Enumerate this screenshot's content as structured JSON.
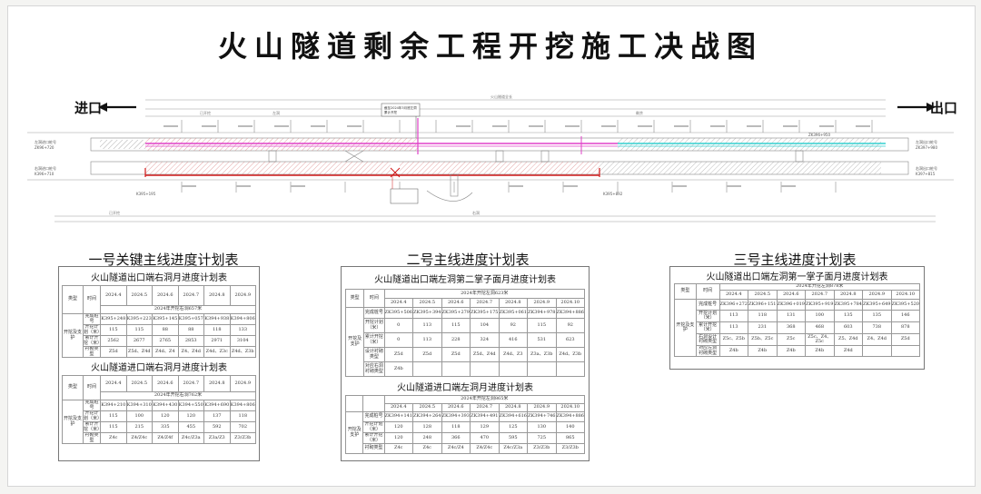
{
  "title": "火山隧道剩余工程开挖施工决战图",
  "diagram": {
    "entrance_label": "进口",
    "exit_label": "出口",
    "left_stations": [
      "左洞进口桩号",
      "ZK96+720",
      "右洞进口桩号",
      "K396+710"
    ],
    "right_stations": [
      "左洞出口桩号",
      "ZK397+980",
      "右洞出口桩号",
      "K397+815"
    ],
    "mid_stations": [
      "K395+195",
      "K395+892",
      "ZK396+950"
    ],
    "span_labels": [
      "火山隧道全长",
      "左洞",
      "已开挖",
      "剩余",
      "已开挖",
      "右洞"
    ],
    "notes": [
      "截至2024年3月底左洞",
      "累计开挖"
    ]
  },
  "colors": {
    "magenta": "#e040c8",
    "cyan": "#34d0d0",
    "red": "#d01818",
    "hatch": "#d88080"
  },
  "table1": {
    "heading": "一号关键主线进度计划表",
    "a": {
      "title": "火山隧道出口端右洞月进度计划表",
      "type_h": "类型",
      "time_h": "时间",
      "plan": "2024年开挖右洞657米",
      "months": [
        "2024.4",
        "2024.5",
        "2024.6",
        "2024.7",
        "2024.8",
        "2024.9"
      ],
      "category": "开挖及支护",
      "rows": [
        {
          "label": "完成桩号",
          "values": [
            "K395+248",
            "K395+223",
            "K395+145",
            "K395+057",
            "K394+938",
            "K394+806"
          ]
        },
        {
          "label": "开挖计划（米）",
          "values": [
            "115",
            "115",
            "88",
            "88",
            "118",
            "133"
          ]
        },
        {
          "label": "累计开挖（米）",
          "values": [
            "2562",
            "2677",
            "2765",
            "2853",
            "2971",
            "3104"
          ]
        },
        {
          "label": "衬砌类型",
          "values": [
            "Z5d",
            "Z5d、Z4d",
            "Z4d、Z4",
            "Z4、Z4d",
            "Z4d、Z3c",
            "Z4d、Z3b"
          ]
        }
      ]
    },
    "b": {
      "title": "火山隧道进口端右洞月进度计划表",
      "type_h": "类型",
      "time_h": "时间",
      "plan": "2024年开挖右洞762米",
      "months": [
        "2024.4",
        "2024.5",
        "2024.6",
        "2024.7",
        "2024.8",
        "2024.9"
      ],
      "category": "开挖及支护",
      "rows": [
        {
          "label": "完成桩号",
          "values": [
            "K394+210",
            "K394+310",
            "K394+430",
            "K394+550",
            "K394+690",
            "K394+806"
          ]
        },
        {
          "label": "开挖计划（米）",
          "values": [
            "115",
            "100",
            "120",
            "120",
            "137",
            "118"
          ]
        },
        {
          "label": "累计开挖（米）",
          "values": [
            "115",
            "215",
            "335",
            "455",
            "592",
            "702"
          ]
        },
        {
          "label": "衬砌类型",
          "values": [
            "Z4c",
            "Z4/Z4c",
            "Z4/Z4f",
            "Z4c/Z3a",
            "Z3a/Z3",
            "Z3/Z3b"
          ]
        }
      ]
    }
  },
  "table2": {
    "heading": "二号主线进度计划表",
    "a": {
      "title": "火山隧道出口端左洞第二掌子面月进度计划表",
      "type_h": "类型",
      "time_h": "时间",
      "plan": "2024年开挖左洞623米",
      "months": [
        "2024.4",
        "2024.5",
        "2024.6",
        "2024.7",
        "2024.8",
        "2024.9",
        "2024.10"
      ],
      "category": "开挖及支护",
      "rows": [
        {
          "label": "完成桩号",
          "values": [
            "ZK395+506",
            "ZK395+394",
            "ZK395+279",
            "ZK395+175",
            "ZK395+061",
            "ZK394+978",
            "ZK394+886"
          ]
        },
        {
          "label": "开挖计划（米）",
          "values": [
            "0",
            "113",
            "115",
            "104",
            "92",
            "115",
            "92"
          ]
        },
        {
          "label": "累计开挖（米）",
          "values": [
            "0",
            "113",
            "228",
            "324",
            "416",
            "531",
            "623"
          ]
        },
        {
          "label": "设计衬砌类型",
          "values": [
            "Z5d",
            "Z5d",
            "Z5d",
            "Z5d、Z4d",
            "Z4d、Z3",
            "Z3a、Z3b",
            "Z4d、Z3b"
          ]
        },
        {
          "label": "对应右洞衬砌类型",
          "values": [
            "Z4b",
            "",
            "",
            "",
            "",
            "",
            ""
          ]
        }
      ]
    },
    "b": {
      "title": "火山隧道进口端左洞月进度计划表",
      "plan": "2024年开挖左洞865米",
      "months": [
        "2024.4",
        "2024.5",
        "2024.6",
        "2024.7",
        "2024.8",
        "2024.9",
        "2024.10"
      ],
      "category": "开挖及支护",
      "rows": [
        {
          "label": "完成桩号",
          "values": [
            "ZK394+141",
            "ZK394+264",
            "ZK394+393",
            "ZK394+491",
            "ZK394+616",
            "ZK394+746",
            "ZK394+886"
          ]
        },
        {
          "label": "开挖计划（米）",
          "values": [
            "120",
            "128",
            "118",
            "129",
            "125",
            "130",
            "140"
          ]
        },
        {
          "label": "累计开挖（米）",
          "values": [
            "120",
            "248",
            "366",
            "470",
            "595",
            "725",
            "865"
          ]
        },
        {
          "label": "衬砌类型",
          "values": [
            "Z4c",
            "Z4c",
            "Z4c/Z4",
            "Z4/Z4c",
            "Z4c/Z3a",
            "Z3/Z3b",
            "Z3/Z3b"
          ]
        }
      ]
    }
  },
  "table3": {
    "heading": "三号主线进度计划表",
    "a": {
      "title": "火山隧道出口端左洞第一掌子面月进度计划表",
      "type_h": "类型",
      "time_h": "时间",
      "plan": "2024年开挖左洞878米",
      "months": [
        "2024.4",
        "2024.5",
        "2024.6",
        "2024.7",
        "2024.8",
        "2024.9",
        "2024.10"
      ],
      "category": "开挖及支护",
      "rows": [
        {
          "label": "完成桩号",
          "values": [
            "ZK396+272",
            "ZK396+151",
            "ZK396+019",
            "ZK395+919",
            "ZK395+784",
            "ZK395+649",
            "ZK395+520"
          ]
        },
        {
          "label": "开挖计划（米）",
          "values": [
            "113",
            "118",
            "131",
            "100",
            "135",
            "135",
            "146"
          ]
        },
        {
          "label": "累计开挖（米）",
          "values": [
            "113",
            "231",
            "368",
            "468",
            "603",
            "738",
            "878"
          ]
        },
        {
          "label": "右洞设计衬砌类型",
          "values": [
            "Z5c、Z5b",
            "Z5b、Z5c",
            "Z5c",
            "Z5c、Z4、Z5c",
            "Z5、Z4d",
            "Z4、Z4d",
            "Z5d"
          ]
        },
        {
          "label": "对应左洞衬砌类型",
          "values": [
            "Z4b",
            "Z4b",
            "Z4b",
            "Z4b",
            "Z4d",
            "",
            ""
          ]
        }
      ]
    }
  }
}
